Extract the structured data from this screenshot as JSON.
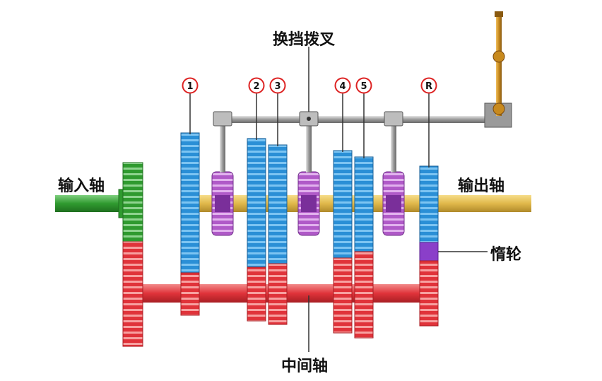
{
  "labels": {
    "shift_fork": "换挡拨叉",
    "input_shaft": "输入轴",
    "output_shaft": "输出轴",
    "idler_gear": "惰轮",
    "countershaft": "中间轴"
  },
  "gear_markers": [
    "1",
    "2",
    "3",
    "4",
    "5",
    "R"
  ],
  "colors": {
    "input": "#2f9a2f",
    "output_gear": "#2a8fd6",
    "counter_gear": "#e0333a",
    "synchro": "#b05ac8",
    "shaft_output": "#e0b84a",
    "idler": "#8a3fc9",
    "rod": "#9a9a9a",
    "lever": "#c88a1e"
  }
}
